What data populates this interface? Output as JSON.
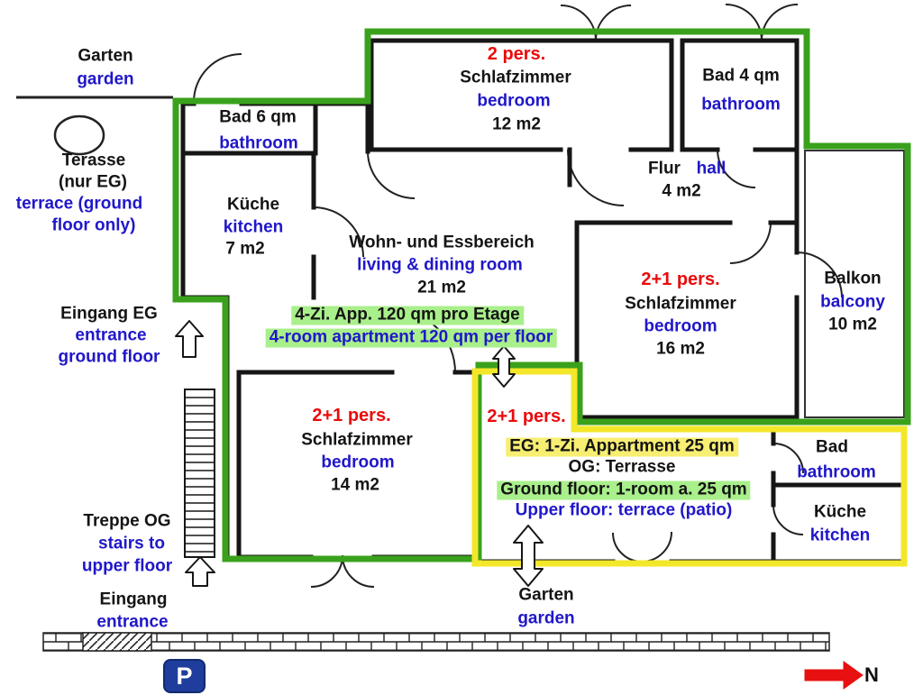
{
  "colors": {
    "main_apartment_outline": "#3aa11c",
    "studio_apartment_outline": "#f3e72a",
    "german_text": "#141414",
    "english_text": "#2017c9",
    "occupancy_text": "#ea0b0b",
    "highlight_green": "#a9ef8b",
    "highlight_yellow": "#f7ee72",
    "parking_sign": "#1e3d9c",
    "north_arrow": "#e81010"
  },
  "annotations": {
    "garden_top": {
      "de": "Garten",
      "en": "garden"
    },
    "terrace": {
      "l1": "Terasse",
      "l2": "(nur EG)",
      "l3": "terrace (ground",
      "l4": "floor only)"
    },
    "entrance_ground": {
      "l1": "Eingang EG",
      "l2": "entrance",
      "l3": "ground floor"
    },
    "stairs": {
      "l1": "Treppe OG",
      "l2": "stairs to",
      "l3": "upper floor"
    },
    "entrance": {
      "l1": "Eingang",
      "l2": "entrance"
    },
    "garden_bottom": {
      "de": "Garten",
      "en": "garden"
    },
    "parking": "P",
    "north": "N"
  },
  "rooms": {
    "bath_upper_left": {
      "name": "Bad 6 qm",
      "name_en": "bathroom"
    },
    "kitchen_upper": {
      "name": "Küche",
      "name_en": "kitchen",
      "area": "7 m2"
    },
    "bedroom_top": {
      "occupancy": "2 pers.",
      "name": "Schlafzimmer",
      "name_en": "bedroom",
      "area": "12 m2"
    },
    "bath_upper_right": {
      "name": "Bad 4 qm",
      "name_en": "bathroom"
    },
    "hall": {
      "name": "Flur",
      "name_en": "hall",
      "area": "4 m2"
    },
    "living": {
      "name": "Wohn- und Essbereich",
      "name_en": "living & dining room",
      "area": "21 m2"
    },
    "bedroom_right": {
      "occupancy": "2+1 pers.",
      "name": "Schlafzimmer",
      "name_en": "bedroom",
      "area": "16 m2"
    },
    "balcony": {
      "name": "Balkon",
      "name_en": "balcony",
      "area": "10 m2"
    },
    "bedroom_lower": {
      "occupancy": "2+1 pers.",
      "name": "Schlafzimmer",
      "name_en": "bedroom",
      "area": "14 m2"
    },
    "studio": {
      "occupancy": "2+1 pers."
    },
    "bath_lower": {
      "name": "Bad",
      "name_en": "bathroom"
    },
    "kitchen_lower": {
      "name": "Küche",
      "name_en": "kitchen"
    }
  },
  "banners": {
    "main": {
      "de": "4-Zi. App. 120 qm pro Etage",
      "en": "4-room  apartment 120 qm per floor"
    },
    "studio": {
      "de1": "EG: 1-Zi. Appartment 25 qm",
      "de2": "OG: Terrasse",
      "en1": "Ground floor: 1-room a. 25 qm",
      "en2": "Upper floor: terrace (patio)"
    }
  }
}
